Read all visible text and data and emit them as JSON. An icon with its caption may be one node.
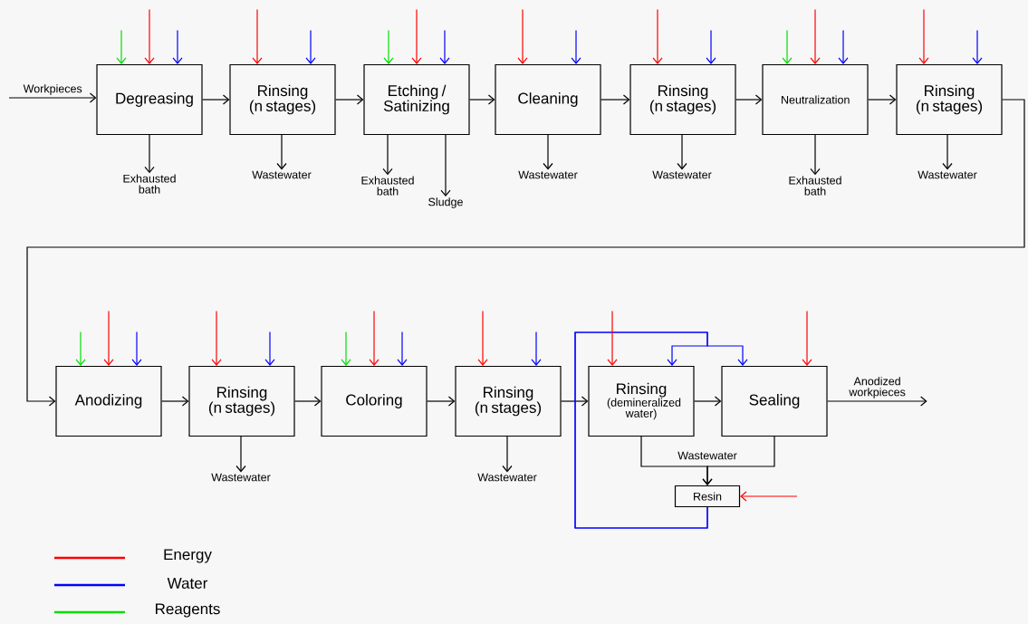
{
  "diagram": {
    "nodes": [
      {
        "text": [
          "Degreasing"
        ]
      },
      {
        "text": [
          "Rinsing (n stages)"
        ]
      },
      {
        "text": [
          "Etching / Satinizing"
        ]
      },
      {
        "text": [
          "Cleaning"
        ]
      },
      {
        "text": [
          "Rinsing (n stages)"
        ]
      },
      {
        "text": [
          "Neutralization"
        ]
      },
      {
        "text": [
          "Rinsing (n stages)"
        ]
      },
      {
        "text": [
          "Anodizing"
        ]
      },
      {
        "text": [
          "Rinsing (n stages)"
        ]
      },
      {
        "text": [
          "Coloring"
        ]
      },
      {
        "text": [
          "Rinsing (n stages)"
        ]
      },
      {
        "text": [
          "Rinsing",
          "(demineralized water)"
        ]
      },
      {
        "text": [
          "Sealing"
        ]
      },
      {
        "text": [
          "Resin"
        ]
      },
      {
        "text": [
          "Exhausted bath"
        ]
      },
      {
        "text": [
          "Wastewater"
        ]
      },
      {
        "text": [
          "Exhausted bath"
        ]
      },
      {
        "text": [
          "Sludge"
        ]
      },
      {
        "text": [
          "Wastewater"
        ]
      },
      {
        "text": [
          "Wastewater"
        ]
      },
      {
        "text": [
          "Exhausted bath"
        ]
      },
      {
        "text": [
          "Wastewater"
        ]
      },
      {
        "text": [
          "Wastewater"
        ]
      },
      {
        "text": [
          "Wastewater"
        ]
      }
    ],
    "edges": [
      {
        "from": null,
        "to": 0,
        "arrow": "to",
        "label": "Workpieces"
      },
      {
        "from": 0,
        "to": 1,
        "arrow": "to"
      },
      {
        "from": 1,
        "to": 2,
        "arrow": "to"
      },
      {
        "from": 2,
        "to": 3,
        "arrow": "to"
      },
      {
        "from": 3,
        "to": 4,
        "arrow": "to"
      },
      {
        "from": 4,
        "to": 5,
        "arrow": "to"
      },
      {
        "from": 5,
        "to": 6,
        "arrow": "to"
      },
      {
        "from": 6,
        "to": 7,
        "arrow": "to"
      },
      {
        "from": 7,
        "to": 8,
        "arrow": "to"
      },
      {
        "from": 8,
        "to": 9,
        "arrow": "to"
      },
      {
        "from": 9,
        "to": 10,
        "arrow": "to"
      },
      {
        "from": 10,
        "to": 11,
        "arrow": "to"
      },
      {
        "from": 11,
        "to": 12,
        "arrow": "to"
      },
      {
        "from": 12,
        "to": null,
        "arrow": "to",
        "label": "Anodized workpieces"
      },
      {
        "from": 0,
        "to": 14,
        "arrow": "to"
      },
      {
        "from": 1,
        "to": 15,
        "arrow": "to"
      },
      {
        "from": 2,
        "to": 16,
        "arrow": "to"
      },
      {
        "from": 2,
        "to": 17,
        "arrow": "to"
      },
      {
        "from": 3,
        "to": 18,
        "arrow": "to"
      },
      {
        "from": 4,
        "to": 19,
        "arrow": "to"
      },
      {
        "from": 5,
        "to": 20,
        "arrow": "to"
      },
      {
        "from": 6,
        "to": 21,
        "arrow": "to"
      },
      {
        "from": 8,
        "to": 22,
        "arrow": "to"
      },
      {
        "from": 10,
        "to": 23,
        "arrow": "to"
      },
      {
        "from": 11,
        "to": 13,
        "arrow": "to",
        "label": "Wastewater"
      },
      {
        "from": 12,
        "to": 13,
        "arrow": "to"
      },
      {
        "from": 13,
        "to": 11,
        "arrow": "to",
        "color": "#0000ff"
      },
      {
        "from": 13,
        "to": 12,
        "arrow": "to",
        "color": "#0000ff"
      },
      {
        "from": null,
        "to": 0,
        "arrow": "to",
        "color": "#00dd00"
      },
      {
        "from": null,
        "to": 0,
        "arrow": "to",
        "color": "#ff0000"
      },
      {
        "from": null,
        "to": 0,
        "arrow": "to",
        "color": "#0000ff"
      },
      {
        "from": null,
        "to": 1,
        "arrow": "to",
        "color": "#ff0000"
      },
      {
        "from": null,
        "to": 1,
        "arrow": "to",
        "color": "#0000ff"
      },
      {
        "from": null,
        "to": 2,
        "arrow": "to",
        "color": "#00dd00"
      },
      {
        "from": null,
        "to": 2,
        "arrow": "to",
        "color": "#ff0000"
      },
      {
        "from": null,
        "to": 2,
        "arrow": "to",
        "color": "#0000ff"
      },
      {
        "from": null,
        "to": 3,
        "arrow": "to",
        "color": "#ff0000"
      },
      {
        "from": null,
        "to": 3,
        "arrow": "to",
        "color": "#0000ff"
      },
      {
        "from": null,
        "to": 4,
        "arrow": "to",
        "color": "#ff0000"
      },
      {
        "from": null,
        "to": 4,
        "arrow": "to",
        "color": "#0000ff"
      },
      {
        "from": null,
        "to": 5,
        "arrow": "to",
        "color": "#00dd00"
      },
      {
        "from": null,
        "to": 5,
        "arrow": "to",
        "color": "#ff0000"
      },
      {
        "from": null,
        "to": 5,
        "arrow": "to",
        "color": "#0000ff"
      },
      {
        "from": null,
        "to": 6,
        "arrow": "to",
        "color": "#ff0000"
      },
      {
        "from": null,
        "to": 6,
        "arrow": "to",
        "color": "#0000ff"
      },
      {
        "from": null,
        "to": 7,
        "arrow": "to",
        "color": "#00dd00"
      },
      {
        "from": null,
        "to": 7,
        "arrow": "to",
        "color": "#ff0000"
      },
      {
        "from": null,
        "to": 7,
        "arrow": "to",
        "color": "#0000ff"
      },
      {
        "from": null,
        "to": 8,
        "arrow": "to",
        "color": "#ff0000"
      },
      {
        "from": null,
        "to": 8,
        "arrow": "to",
        "color": "#0000ff"
      },
      {
        "from": null,
        "to": 9,
        "arrow": "to",
        "color": "#00dd00"
      },
      {
        "from": null,
        "to": 9,
        "arrow": "to",
        "color": "#ff0000"
      },
      {
        "from": null,
        "to": 9,
        "arrow": "to",
        "color": "#0000ff"
      },
      {
        "from": null,
        "to": 10,
        "arrow": "to",
        "color": "#ff0000"
      },
      {
        "from": null,
        "to": 10,
        "arrow": "to",
        "color": "#0000ff"
      },
      {
        "from": null,
        "to": 11,
        "arrow": "to",
        "color": "#ff0000"
      },
      {
        "from": null,
        "to": 12,
        "arrow": "to",
        "color": "#ff0000"
      },
      {
        "from": null,
        "to": 13,
        "arrow": "to",
        "color": "#ff0000"
      }
    ],
    "legend": [
      {
        "text": "Energy",
        "color": "#ff0000"
      },
      {
        "text": "Water",
        "color": "#0000ff"
      },
      {
        "text": "Reagents",
        "color": "#00dd00"
      }
    ]
  }
}
